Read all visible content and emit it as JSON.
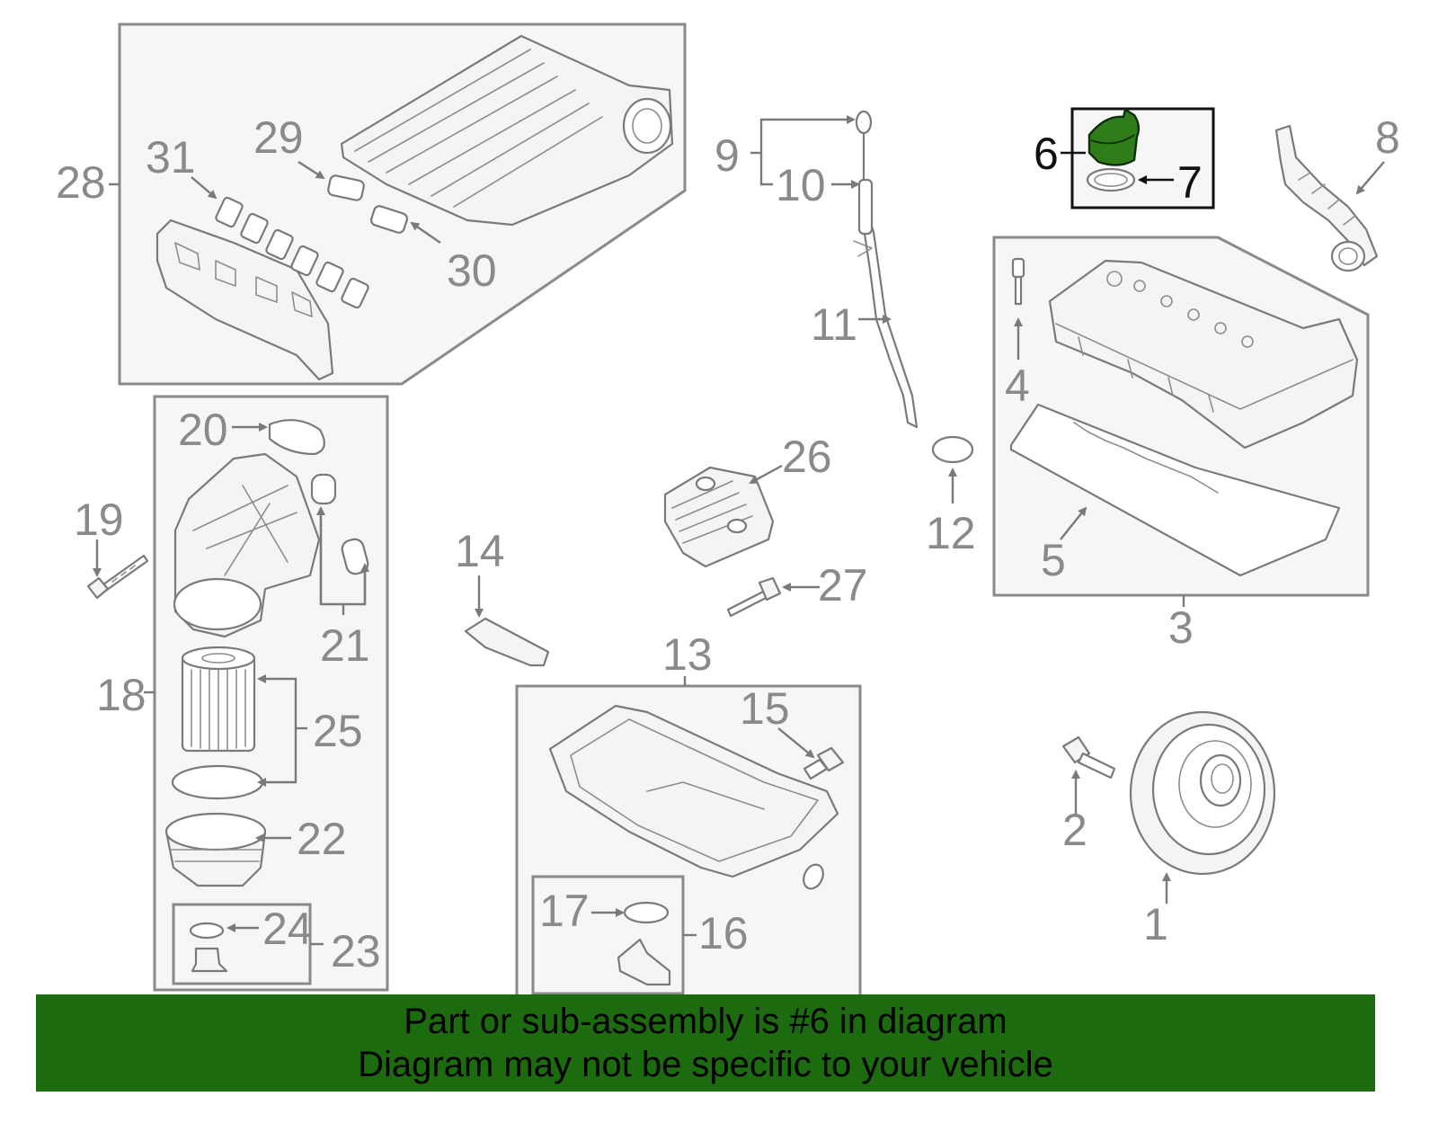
{
  "callouts": {
    "c1": "1",
    "c2": "2",
    "c3": "3",
    "c4": "4",
    "c5": "5",
    "c6": "6",
    "c7": "7",
    "c8": "8",
    "c9": "9",
    "c10": "10",
    "c11": "11",
    "c12": "12",
    "c13": "13",
    "c14": "14",
    "c15": "15",
    "c16": "16",
    "c17": "17",
    "c18": "18",
    "c19": "19",
    "c20": "20",
    "c21": "21",
    "c22": "22",
    "c23": "23",
    "c24": "24",
    "c25": "25",
    "c26": "26",
    "c27": "27",
    "c28": "28",
    "c29": "29",
    "c30": "30",
    "c31": "31"
  },
  "highlight": {
    "part": "6",
    "color": "#2e7d1a"
  },
  "banner": {
    "line1": "Part or sub-assembly is #6 in diagram",
    "line2": "Diagram may not be specific to your vehicle",
    "background": "#1d6b0f"
  }
}
